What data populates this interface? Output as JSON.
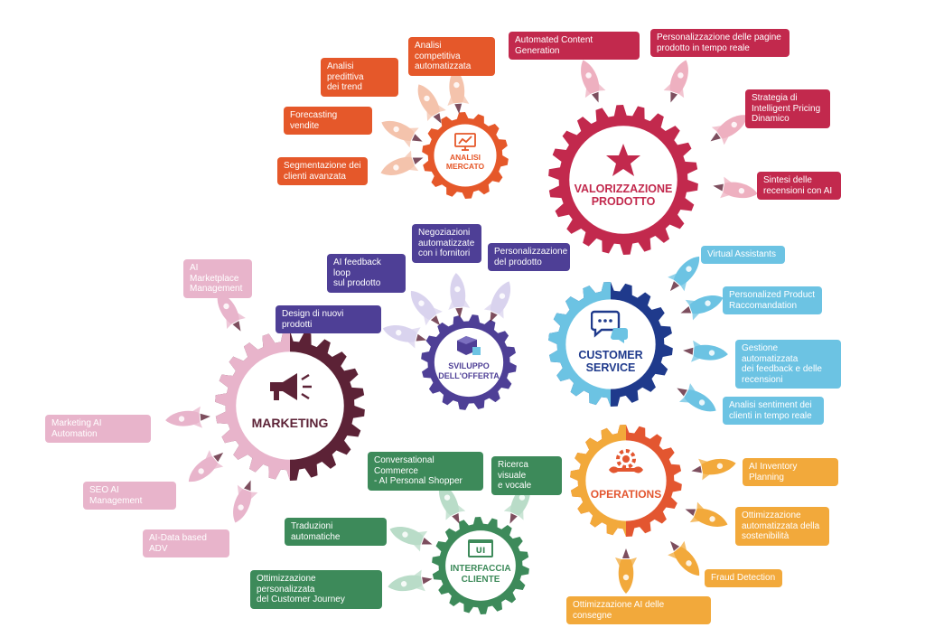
{
  "colors": {
    "analisi": "#e5582a",
    "valorizzazione": "#c2294d",
    "sviluppo": "#4e3f96",
    "customer": "#1f3a8c",
    "customer_light": "#6cc3e3",
    "marketing_dark": "#5c2236",
    "marketing_light": "#e8b4cb",
    "operations": "#e35630",
    "operations_light": "#f2a93b",
    "interfaccia": "#3d8a5a"
  },
  "hubs": {
    "analisi": {
      "title": "ANALISI\nMERCATO",
      "icon": "chart-board-icon"
    },
    "valorizzazione": {
      "title": "VALORIZZAZIONE\nPRODOTTO",
      "icon": "star-icon"
    },
    "sviluppo": {
      "title": "SVILUPPO\nDELL'OFFERTA",
      "icon": "box-icon"
    },
    "customer": {
      "title": "CUSTOMER\nSERVICE",
      "icon": "chat-bubbles-icon"
    },
    "marketing": {
      "title": "MARKETING",
      "icon": "megaphone-icon"
    },
    "operations": {
      "title": "OPERATIONS",
      "icon": "gear-wrench-icon"
    },
    "interfaccia": {
      "title": "INTERFACCIA\nCLIENTE",
      "icon": "ui-window-icon"
    }
  },
  "labels": {
    "analisi": [
      "Analisi competitiva\nautomatizzata",
      "Analisi predittiva\ndei trend",
      "Forecasting vendite",
      "Segmentazione dei\nclienti avanzata"
    ],
    "valorizzazione": [
      "Automated Content Generation",
      "Personalizzazione delle pagine\nprodotto in tempo reale",
      "Strategia di\nIntelligent Pricing\nDinamico",
      "Sintesi delle\nrecensioni con AI"
    ],
    "sviluppo": [
      "Negoziazioni\nautomatizzate\ncon i fornitori",
      "AI feedback loop\nsul prodotto",
      "Personalizzazione\ndel prodotto",
      "Design di nuovi prodotti"
    ],
    "customer": [
      "Virtual Assistants",
      "Personalized Product\nRaccomandation",
      "Gestione automatizzata\ndei feedback e delle\nrecensioni",
      "Analisi sentiment dei\nclienti in tempo reale"
    ],
    "marketing": [
      "AI Marketplace\nManagement",
      "Marketing AI Automation",
      "SEO AI Management",
      "AI-Data based ADV"
    ],
    "operations": [
      "AI Inventory Planning",
      "Ottimizzazione\nautomatizzata della\nsostenibilità",
      "Fraud Detection",
      "Ottimizzazione AI delle consegne"
    ],
    "interfaccia": [
      "Conversational Commerce\n- AI Personal Shopper",
      "Ricerca visuale\ne vocale",
      "Traduzioni automatiche",
      "Ottimizzazione personalizzata\ndel Customer Journey"
    ]
  }
}
